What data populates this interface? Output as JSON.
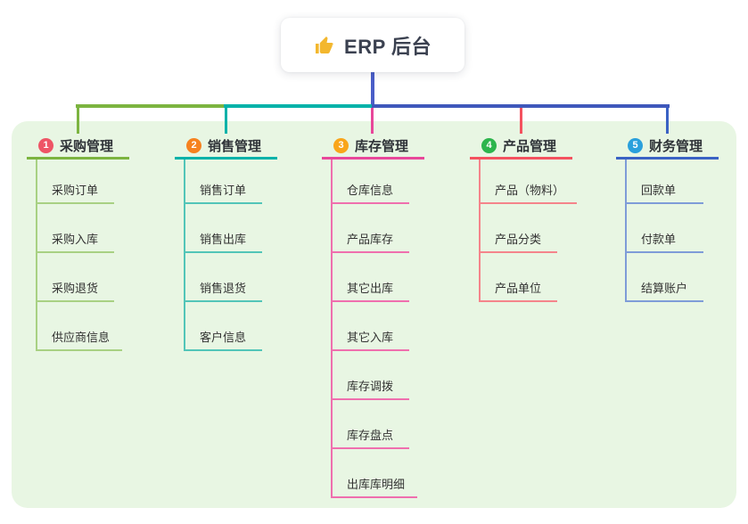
{
  "root": {
    "title": "ERP 后台",
    "icon": "thumbs-up-icon",
    "icon_color": "#f3b72e",
    "drop_line_color": "#4a5ec8"
  },
  "canvas": {
    "background_color": "#ffffff",
    "panel_color": "#e8f6e3"
  },
  "connector": {
    "segments": [
      {
        "color": "#7cb440"
      },
      {
        "color": "#00b2a9"
      },
      {
        "color": "#3f58bb"
      }
    ]
  },
  "branches": [
    {
      "index": "1",
      "label": "采购管理",
      "badge_color": "#ee5566",
      "line_color": "#7cb440",
      "child_line_color": "#a8d183",
      "children": [
        "采购订单",
        "采购入库",
        "采购退货",
        "供应商信息"
      ]
    },
    {
      "index": "2",
      "label": "销售管理",
      "badge_color": "#f6821f",
      "line_color": "#00b2a9",
      "child_line_color": "#52c5b8",
      "children": [
        "销售订单",
        "销售出库",
        "销售退货",
        "客户信息"
      ]
    },
    {
      "index": "3",
      "label": "库存管理",
      "badge_color": "#f9a51a",
      "line_color": "#e8479a",
      "child_line_color": "#ef6fae",
      "children": [
        "仓库信息",
        "产品库存",
        "其它出库",
        "其它入库",
        "库存调拨",
        "库存盘点",
        "出库库明细"
      ]
    },
    {
      "index": "4",
      "label": "产品管理",
      "badge_color": "#2db54d",
      "line_color": "#f4525f",
      "child_line_color": "#f5848b",
      "children": [
        "产品（物料）",
        "产品分类",
        "产品单位"
      ]
    },
    {
      "index": "5",
      "label": "财务管理",
      "badge_color": "#2aa0dc",
      "line_color": "#3a62c4",
      "child_line_color": "#7e9cd8",
      "children": [
        "回款单",
        "付款单",
        "结算账户"
      ]
    }
  ]
}
